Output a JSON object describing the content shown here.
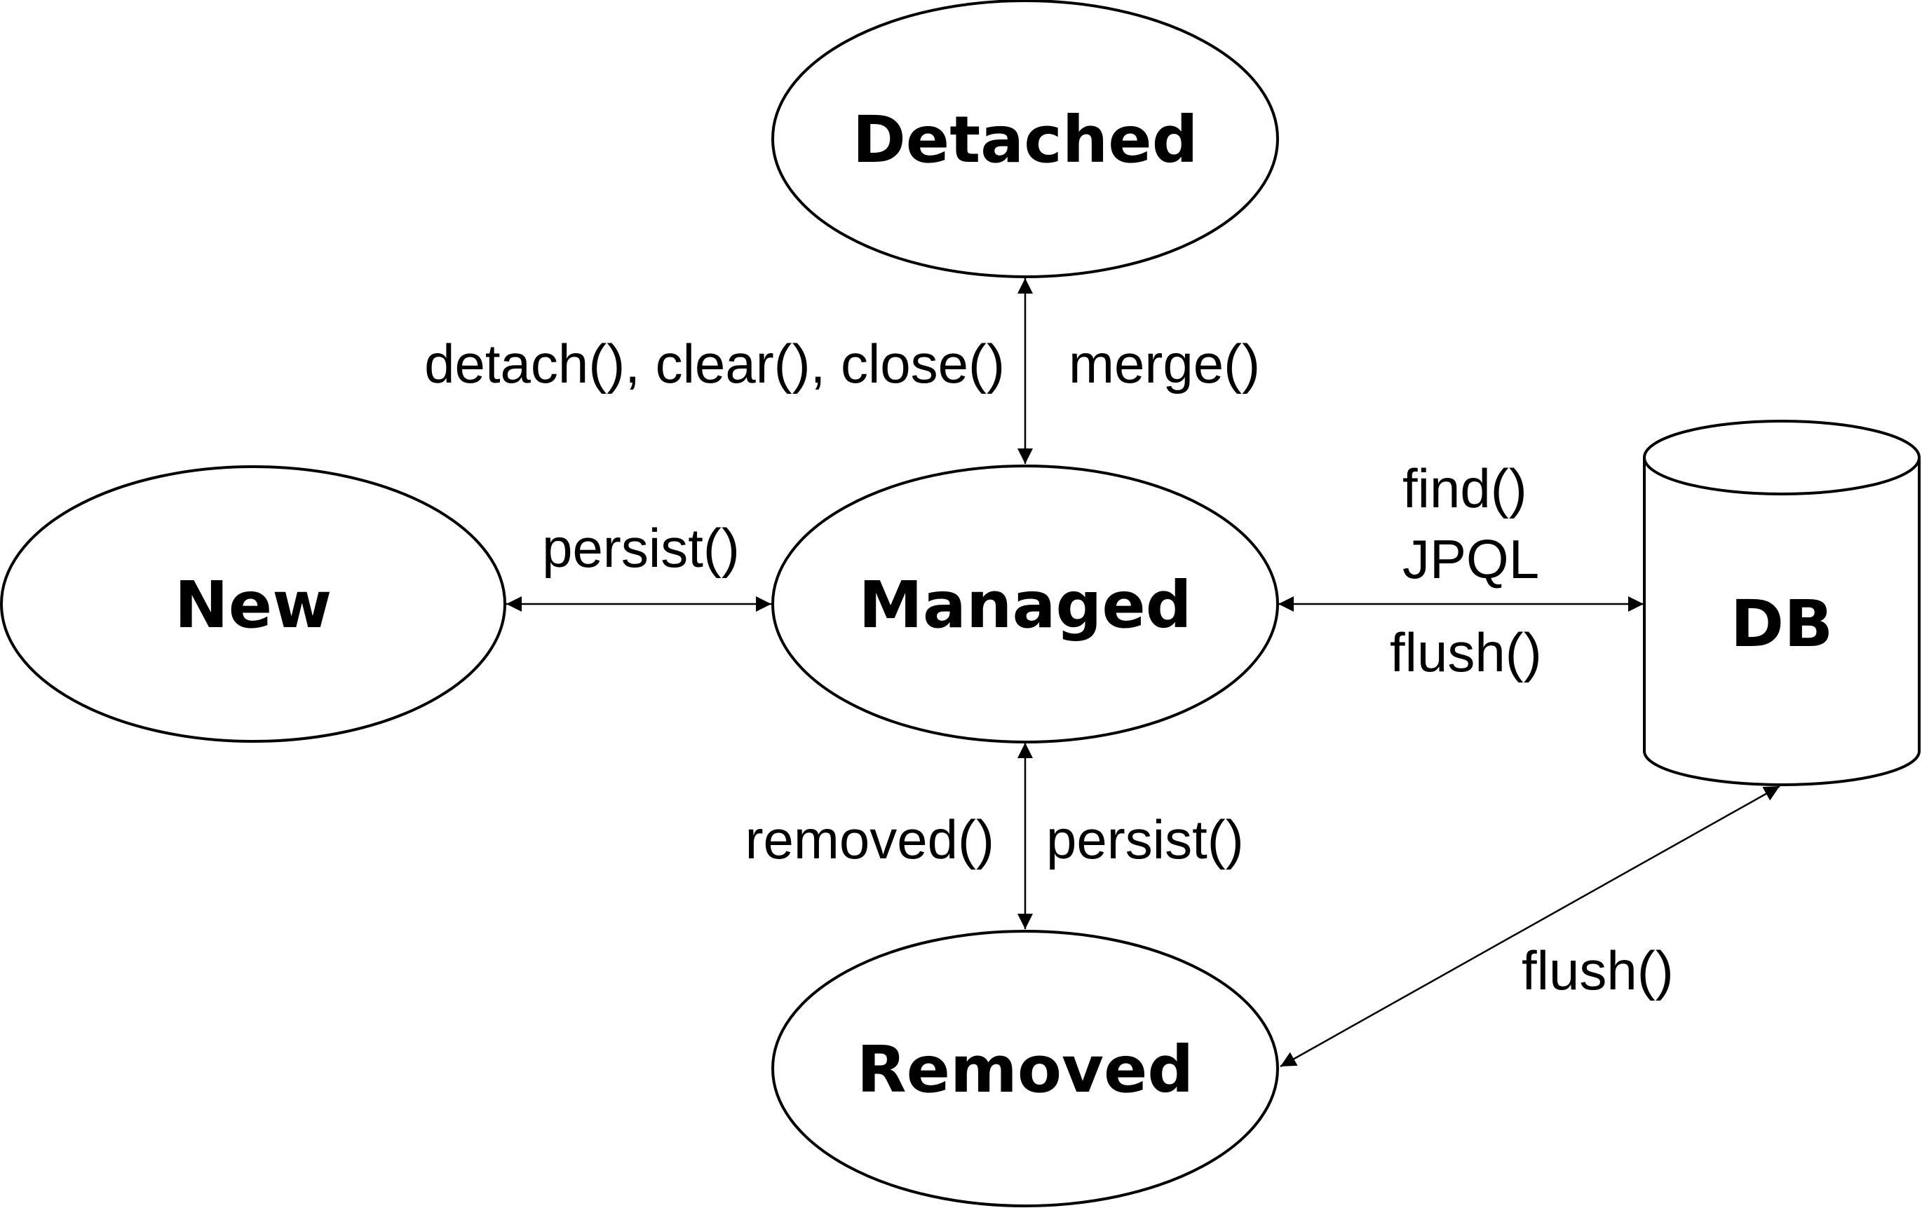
{
  "nodes": {
    "detached": "Detached",
    "new": "New",
    "managed": "Managed",
    "removed": "Removed",
    "db": "DB"
  },
  "edges": {
    "managed_detached": {
      "to_detached": "detach(), clear(), close()",
      "to_managed": "merge()"
    },
    "new_managed": {
      "label": "persist()"
    },
    "managed_db": {
      "from_db_line1": "find()",
      "from_db_line2": "JPQL",
      "to_db": "flush()"
    },
    "managed_removed": {
      "to_removed": "removed()",
      "to_managed": "persist()"
    },
    "removed_db": {
      "label": "flush()"
    }
  },
  "colors": {
    "stroke": "#000000",
    "fill": "#ffffff",
    "text": "#000000"
  }
}
